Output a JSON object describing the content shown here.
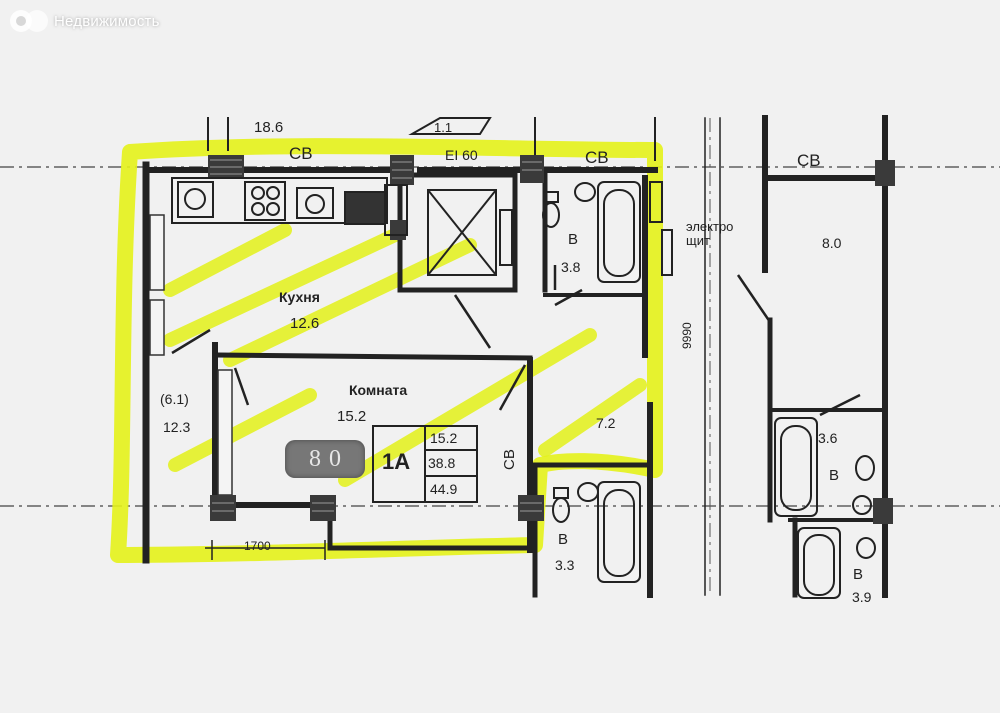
{
  "watermark": {
    "text": "Недвижимость"
  },
  "colors": {
    "highlight": "#e4f21a",
    "ink": "#222222",
    "paper": "#f2f2f2"
  },
  "labels": {
    "top_dim": "18.6",
    "cb_top_left": "СВ",
    "ei60": "EI 60",
    "cb_top_mid": "СВ",
    "cb_top_right": "СВ",
    "plate_11": "1.1",
    "kitchen_name": "Кухня",
    "kitchen_area": "12.6",
    "room_name": "Комната",
    "room_area": "15.2",
    "balcony_coef": "(6.1)",
    "balcony_area": "12.3",
    "bath1_letter": "В",
    "bath1_area": "3.8",
    "electro_1": "электро",
    "electro_2": "щит",
    "hall_area": "7.2",
    "vertical_dim": "9990",
    "cb_vertical": "СВ",
    "bath2_letter": "В",
    "bath2_area": "3.3",
    "dim_bottom": "1700",
    "right_room_area": "8.0",
    "right_bath_area": "3.6",
    "right_bath_letter": "В",
    "right_bath2_letter": "В",
    "right_bath2_area": "3.9"
  },
  "apartment": {
    "code": "1А",
    "area_living": "15.2",
    "area_total_no_balcony": "38.8",
    "area_total": "44.9"
  },
  "badge": {
    "left_digit": "8",
    "right_digit": "0"
  }
}
